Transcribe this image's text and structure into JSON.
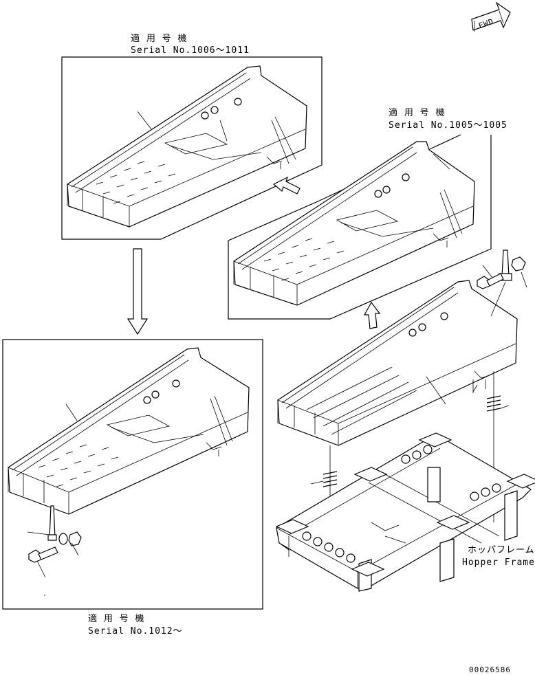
{
  "fwd_label": "FWD",
  "diagrams": {
    "top": {
      "applies_label": "適 用 号 機",
      "serial": "Serial No.1006～1011"
    },
    "mid": {
      "applies_label": "適 用 号 機",
      "serial": "Serial No.1005～1005"
    },
    "bottom": {
      "applies_label": "適 用 号 機",
      "serial": "Serial No.1012～"
    }
  },
  "hopper_frame": {
    "label_jp": "ホッパフレーム",
    "label_en": "Hopper Frame"
  },
  "drawing_number": "00026586"
}
